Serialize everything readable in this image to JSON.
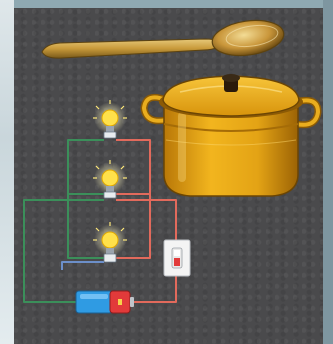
{
  "scene": {
    "items": [
      "spoon",
      "cooking-pot",
      "bulb-top",
      "bulb-middle",
      "bulb-bottom",
      "battery",
      "switch"
    ],
    "colors": {
      "board": "#4a4a4c",
      "wire_red": "#e26a5c",
      "wire_green": "#3b8f5a",
      "wire_blue": "#6c8fc9",
      "brass": "#c89a3a",
      "pot": "#e3a315",
      "bulb": "#ffe14a",
      "battery_blue": "#2f9be3",
      "battery_red": "#e23a3a"
    },
    "switch_state": "off"
  }
}
